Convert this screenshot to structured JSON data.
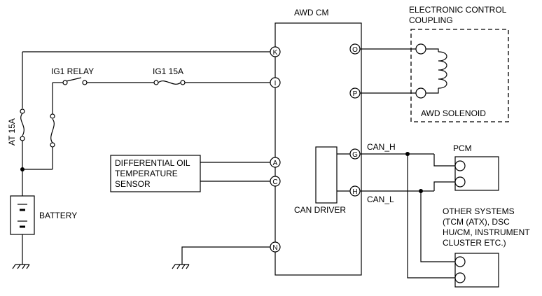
{
  "awd_cm": {
    "title": "AWD CM",
    "can_driver": "CAN DRIVER"
  },
  "pins": {
    "K": "K",
    "I": "I",
    "A": "A",
    "C": "C",
    "N": "N",
    "O": "O",
    "P": "P",
    "G": "G",
    "H": "H"
  },
  "coupling": {
    "title_line1": "ELECTRONIC CONTROL",
    "title_line2": "COUPLING",
    "solenoid": "AWD SOLENOID"
  },
  "power": {
    "relay": "IG1 RELAY",
    "fuse_ig1": "IG1 15A",
    "fuse_at": "AT 15A",
    "battery": "BATTERY"
  },
  "sensor": {
    "line1": "DIFFERENTIAL OIL",
    "line2": "TEMPERATURE",
    "line3": "SENSOR"
  },
  "can": {
    "high": "CAN_H",
    "low": "CAN_L"
  },
  "pcm": {
    "title": "PCM"
  },
  "other": {
    "line1": "OTHER SYSTEMS",
    "line2": "(TCM (ATX), DSC",
    "line3": "HU/CM, INSTRUMENT",
    "line4": "CLUSTER ETC.)"
  }
}
